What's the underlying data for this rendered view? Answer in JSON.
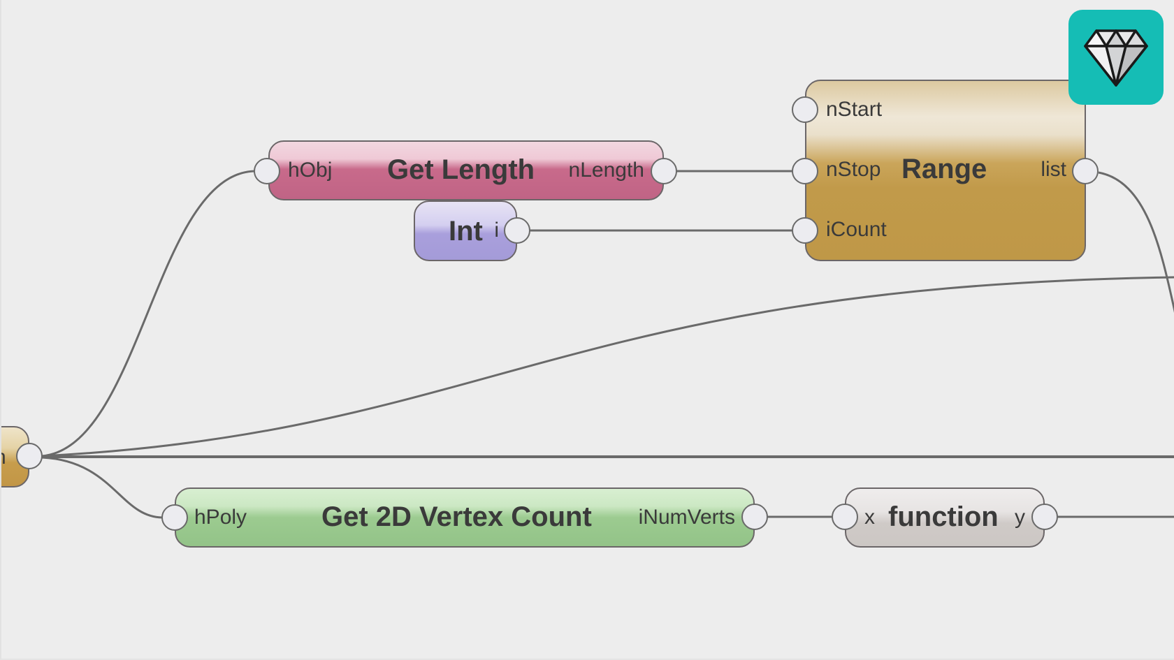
{
  "canvas": {
    "background": "#ededed"
  },
  "badge": {
    "icon": "diamond-icon",
    "color": "#15bdb5"
  },
  "nodes": {
    "source": {
      "label": "n",
      "color": "#c29646"
    },
    "get_length": {
      "title": "Get Length",
      "input": "hObj",
      "output": "nLength",
      "color": "#c06485"
    },
    "int": {
      "title": "Int",
      "output": "i",
      "color": "#a49bd8"
    },
    "range": {
      "title": "Range",
      "inputs": [
        "nStart",
        "nStop",
        "iCount"
      ],
      "output": "list",
      "color": "#bf9847"
    },
    "vertex_count": {
      "title": "Get 2D Vertex Count",
      "input": "hPoly",
      "output": "iNumVerts",
      "color": "#93c388"
    },
    "function": {
      "title": "function",
      "input": "x",
      "output": "y",
      "color": "#ccc7c4"
    }
  },
  "connections": [
    {
      "from": "source.out",
      "to": "get_length.hObj"
    },
    {
      "from": "source.out",
      "to": "offscreen-right-upper"
    },
    {
      "from": "source.out",
      "to": "offscreen-right-middle"
    },
    {
      "from": "source.out",
      "to": "vertex_count.hPoly"
    },
    {
      "from": "get_length.nLength",
      "to": "range.nStop"
    },
    {
      "from": "int.i",
      "to": "range.iCount"
    },
    {
      "from": "range.list",
      "to": "offscreen-right"
    },
    {
      "from": "vertex_count.iNumVerts",
      "to": "function.x"
    },
    {
      "from": "function.y",
      "to": "offscreen-right"
    }
  ]
}
